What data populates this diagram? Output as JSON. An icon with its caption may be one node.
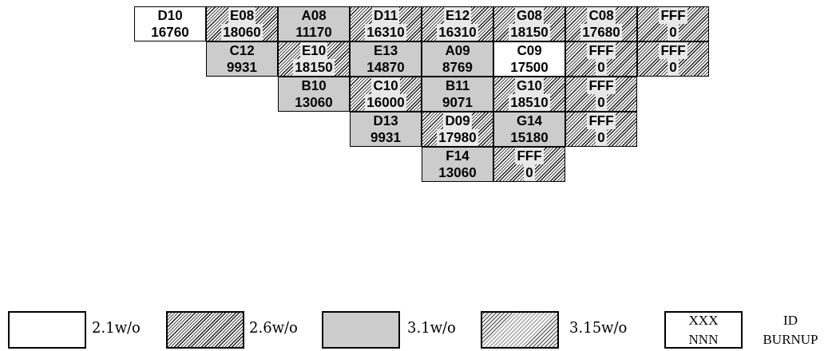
{
  "diagram": {
    "labels": [
      "D10",
      "16760",
      "E08",
      "18060",
      "A08",
      "11170",
      "D11",
      "16310",
      "E12",
      "16310",
      "G08",
      "18150",
      "C08",
      "17680",
      "FFF",
      "0",
      "C12",
      "9931",
      "E10",
      "18150",
      "E13",
      "14870",
      "A09",
      "8769",
      "C09",
      "17500",
      "FFF",
      "0",
      "FFF",
      "0",
      "B10",
      "13060",
      "C10",
      "16000",
      "B11",
      "9071",
      "G10",
      "18510",
      "FFF",
      "0",
      "D13",
      "9931",
      "D09",
      "17980",
      "G14",
      "15180",
      "FFF",
      "0",
      "F14",
      "13060",
      "FFF",
      "0",
      "XXX",
      "NNN",
      "ID",
      "BURNUP"
    ],
    "legend": [
      {
        "text": "2.1w/o",
        "color": "#ffffff"
      },
      {
        "text": "2.6w/o"
      },
      {
        "text": "3.1w/o",
        "color": "#cccccc"
      },
      {
        "text": "3.15w/o"
      }
    ]
  }
}
